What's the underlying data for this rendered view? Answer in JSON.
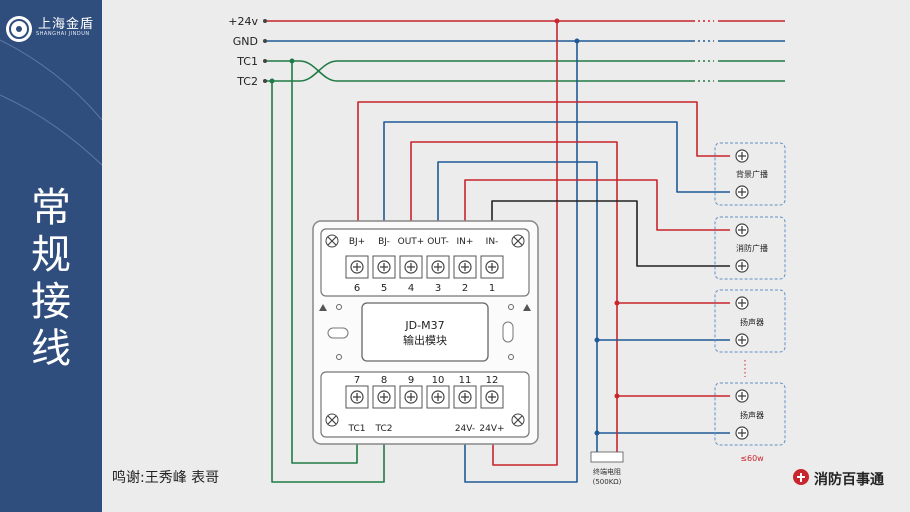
{
  "sidebar": {
    "logo_name": "上海金盾",
    "logo_sub": "SHANGHAI JINDUN",
    "title_chars": [
      "常",
      "规",
      "接",
      "线"
    ]
  },
  "bus": {
    "v24": "+24v",
    "gnd": "GND",
    "tc1": "TC1",
    "tc2": "TC2"
  },
  "module": {
    "model": "JD-M37",
    "name": "输出模块",
    "top_labels": [
      "BJ+",
      "BJ-",
      "OUT+",
      "OUT-",
      "IN+",
      "IN-"
    ],
    "top_numbers": [
      "6",
      "5",
      "4",
      "3",
      "2",
      "1"
    ],
    "bottom_numbers": [
      "7",
      "8",
      "9",
      "10",
      "11",
      "12"
    ],
    "bottom_left_labels": [
      "TC1",
      "TC2"
    ],
    "bottom_right_labels": [
      "24V-",
      "24V+"
    ]
  },
  "devices": {
    "background_broadcast": "背景广播",
    "fire_broadcast": "消防广播",
    "speaker_1": "扬声器",
    "speaker_2": "扬声器",
    "power_limit": "≤60w"
  },
  "terminal_resistor": {
    "name": "终端电阻",
    "value": "(500KΩ)"
  },
  "credit": "鸣谢:王秀峰  表哥",
  "brand": "消防百事通",
  "colors": {
    "red": "#c8252c",
    "blue": "#1f5a96",
    "green": "#1e7b45",
    "black": "#222222",
    "sidebar": "#2f4e7e"
  }
}
